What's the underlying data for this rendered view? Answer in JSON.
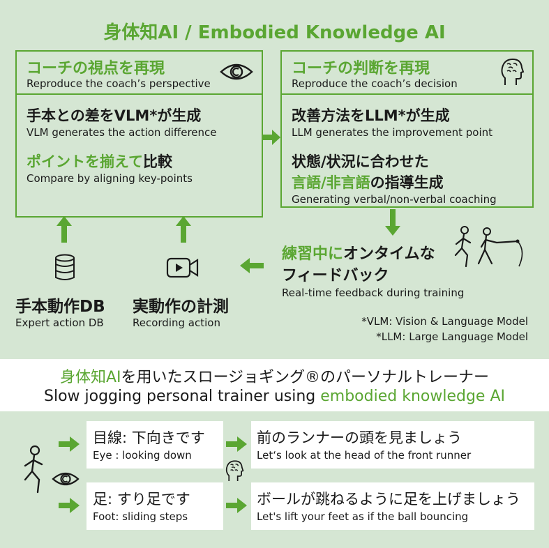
{
  "title": "身体知AI / Embodied Knowledge AI",
  "left_box": {
    "head_jp": "コーチの視点を再現",
    "head_en": "Reproduce the coach’s perspective",
    "item1_jp": "手本との差をVLM*が生成",
    "item1_en": "VLM generates the action difference",
    "item2_jp_green": "ポイントを揃えて",
    "item2_jp_black": "比較",
    "item2_en": "Compare by aligning key-points"
  },
  "right_box": {
    "head_jp": "コーチの判断を再現",
    "head_en": "Reproduce the coach’s decision",
    "item1_jp": "改善方法をLLM*が生成",
    "item1_en": "LLM generates the improvement point",
    "item2_jp_line1": "状態/状況に合わせた",
    "item2_jp_green": "言語/非言語",
    "item2_jp_black": "の指導生成",
    "item2_en": "Generating verbal/non-verbal coaching"
  },
  "feedback": {
    "jp_green": "練習中に",
    "jp_black": "オンタイムな",
    "jp_line2": "フィードバック",
    "en": "Real-time feedback during training"
  },
  "db": {
    "jp": "手本動作DB",
    "en": "Expert action DB"
  },
  "recording": {
    "jp": "実動作の計測",
    "en": "Recording action"
  },
  "notes": {
    "vlm": "*VLM: Vision & Language Model",
    "llm": "*LLM: Large Language Model"
  },
  "middle": {
    "jp_green": "身体知AI",
    "jp_black": "を用いたスロージョギング®のパーソナルトレーナー",
    "en_black": "Slow jogging personal trainer using ",
    "en_green": "embodied knowledge AI"
  },
  "bottom": {
    "eye_jp": "目線: 下向きです",
    "eye_en": "Eye : looking down",
    "eye_advice_jp": "前のランナーの頭を見ましょう",
    "eye_advice_en": "Let‘s look at the head of the front runner",
    "foot_jp": "足: すり足です",
    "foot_en": "Foot: sliding steps",
    "foot_advice_jp": "ボールが跳ねるように足を上げましょう",
    "foot_advice_en": "Let's lift your feet as if the ball bouncing"
  },
  "colors": {
    "green": "#5aa632",
    "panel": "#d5e6d3"
  }
}
